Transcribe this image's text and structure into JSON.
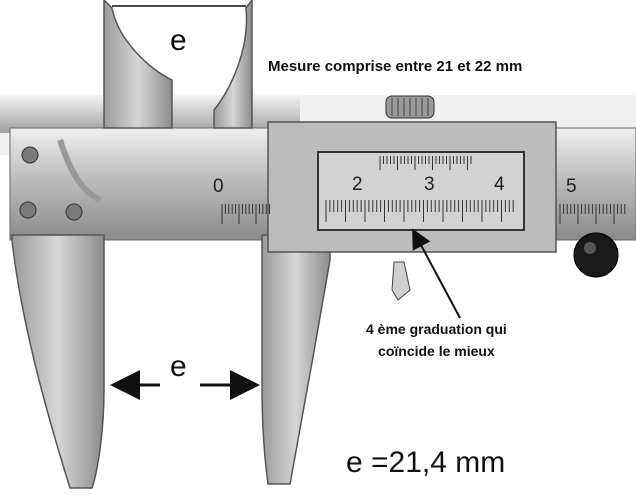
{
  "labels": {
    "e_top": "e",
    "e_mid": "e",
    "measure_note": "Mesure comprise entre 21 et 22 mm",
    "graduation_note_line1": "4 ème graduation qui",
    "graduation_note_line2": "coïncide le mieux",
    "result": "e =21,4 mm"
  },
  "main_scale": {
    "numbers": [
      "0",
      "5"
    ]
  },
  "vernier_scale": {
    "numbers": [
      "2",
      "3",
      "4"
    ]
  },
  "colors": {
    "steel_light": "#d8d8d8",
    "steel_dark": "#6e6e6e",
    "ink": "#111111"
  }
}
